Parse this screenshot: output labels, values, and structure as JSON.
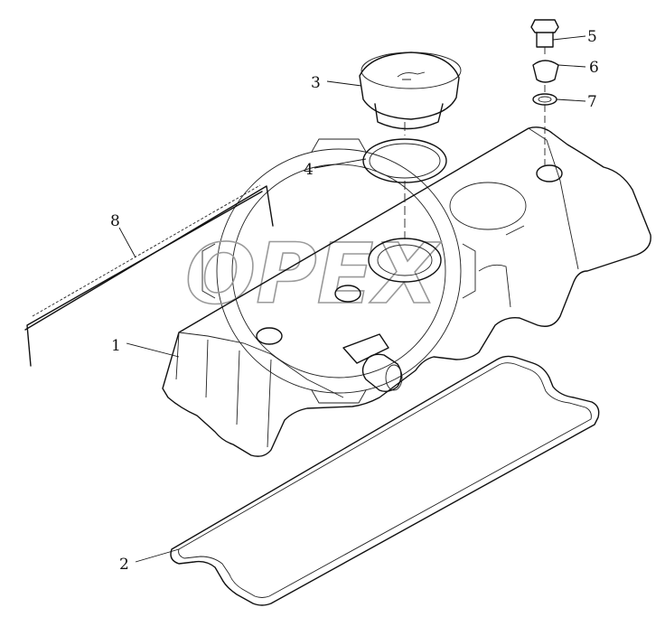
{
  "callouts": [
    {
      "id": "1",
      "label": "1"
    },
    {
      "id": "2",
      "label": "2"
    },
    {
      "id": "3",
      "label": "3"
    },
    {
      "id": "4",
      "label": "4"
    },
    {
      "id": "5",
      "label": "5"
    },
    {
      "id": "6",
      "label": "6"
    },
    {
      "id": "7",
      "label": "7"
    },
    {
      "id": "8",
      "label": "8"
    }
  ],
  "watermark": {
    "text": "OPEX",
    "color": "#9a9a9a"
  },
  "colors": {
    "line": "#111111",
    "background": "#ffffff"
  }
}
